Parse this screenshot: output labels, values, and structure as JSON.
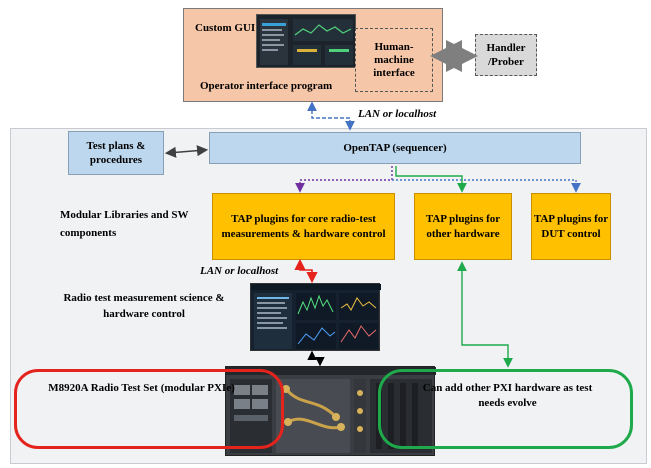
{
  "gui": {
    "title": "Custom GUI",
    "caption": "Operator interface program",
    "hmi_label": "Human-machine interface"
  },
  "handler": {
    "label": "Handler /Prober"
  },
  "lan_top": "LAN or localhost",
  "test_plans": {
    "label": "Test plans & procedures"
  },
  "opentap": {
    "label": "OpenTAP (sequencer)"
  },
  "modular_libraries": "Modular Libraries and SW components",
  "tap_core": "TAP plugins  for core radio-test measurements  & hardware control",
  "tap_other": "TAP plugins  for other hardware",
  "tap_dut": "TAP plugins for DUT control",
  "lan_mid": "LAN or localhost",
  "radio_test": "Radio test measurement science & hardware control",
  "m8920": "M8920A Radio Test Set (modular PXIe)",
  "pxi_add": "Can add other PXI hardware as test needs evolve",
  "colors": {
    "gui_panel": "#f6c6a8",
    "handler": "#d9d9d9",
    "sequencer": "#bdd7ee",
    "plugin": "#ffc000",
    "m8920_ring": "#e4241c",
    "pxi_ring": "#1eaa4a",
    "lan_link": "#4472c4",
    "sequencer_link_purple": "#7030a0"
  }
}
